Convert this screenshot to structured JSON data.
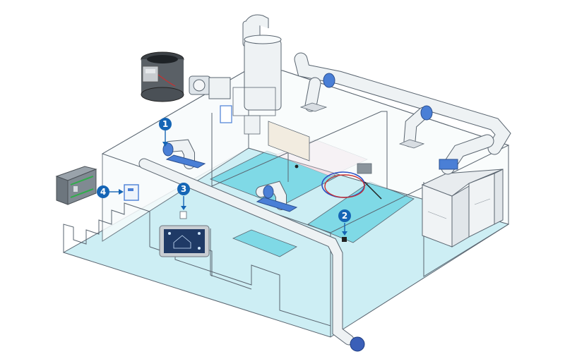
{
  "diagram": {
    "callouts": [
      {
        "id": "1",
        "target": "duct-damper-actuator"
      },
      {
        "id": "2",
        "target": "floor-sensor"
      },
      {
        "id": "3",
        "target": "room-sensor"
      },
      {
        "id": "4",
        "target": "wall-controller"
      }
    ],
    "colors": {
      "floor": "#cdeef4",
      "floor_dark": "#7fd9e6",
      "duct": "#eef2f4",
      "outline": "#5a6570",
      "callout": "#1565b5",
      "wall": "#f7fbfc",
      "accent_blue": "#4a7fd6"
    }
  }
}
